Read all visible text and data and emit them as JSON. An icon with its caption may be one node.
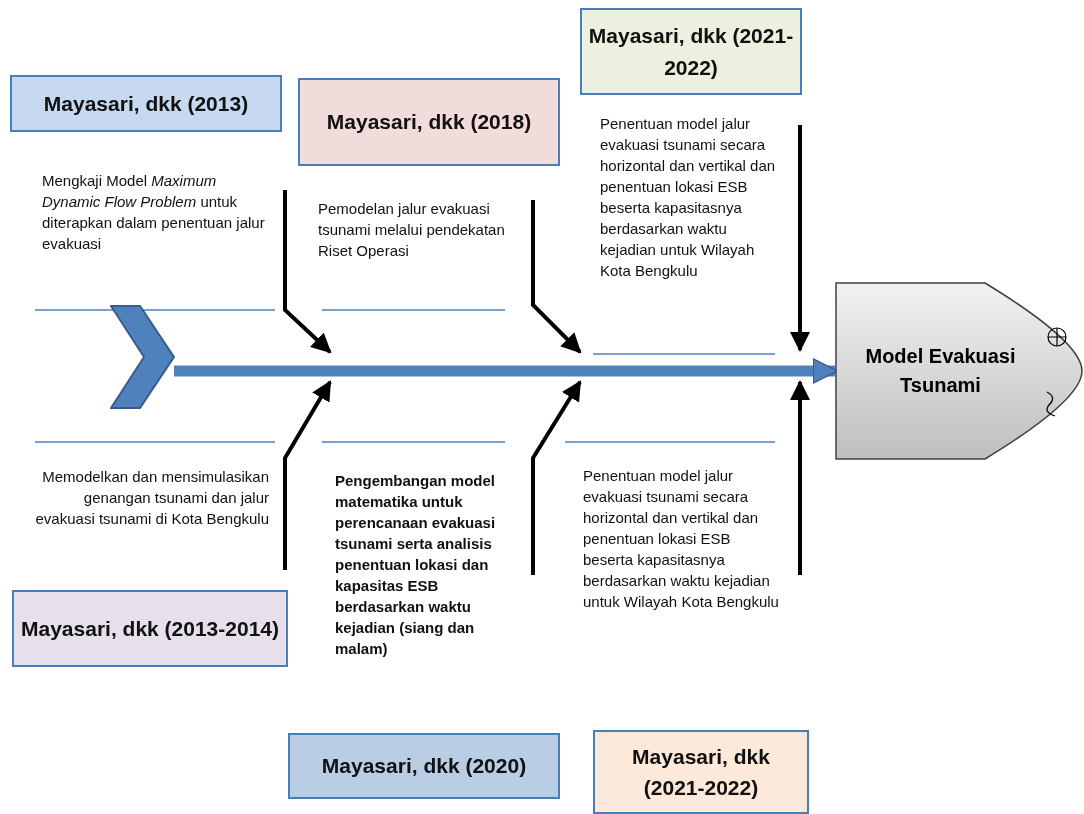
{
  "diagram": {
    "nodes": [
      {
        "text": [
          "Mayasari, dkk (2013)"
        ]
      },
      {
        "text": [
          "Mengkaji Model *Maximum Dynamic Flow Problem* untuk diterapkan dalam penentuan jalur evakuasi"
        ]
      },
      {
        "text": [
          "Mayasari, dkk (2018)"
        ]
      },
      {
        "text": [
          "Pemodelan jalur evakuasi tsunami melalui pendekatan Riset Operasi"
        ]
      },
      {
        "text": [
          "Mayasari, dkk (2021-2022)"
        ]
      },
      {
        "text": [
          "Penentuan model jalur evakuasi tsunami secara horizontal dan vertikal dan penentuan lokasi ESB beserta kapasitasnya berdasarkan waktu kejadian untuk Wilayah Kota Bengkulu"
        ]
      },
      {
        "text": [
          "Memodelkan dan mensimulasikan genangan tsunami dan jalur evakuasi tsunami di Kota Bengkulu"
        ]
      },
      {
        "text": [
          "Mayasari, dkk (2013-2014)"
        ]
      },
      {
        "text": [
          "Pengembangan model matematika untuk perencanaan evakuasi tsunami serta  analisis penentuan lokasi dan kapasitas ESB berdasarkan waktu kejadian (siang dan malam)"
        ]
      },
      {
        "text": [
          "Mayasari, dkk (2020)"
        ]
      },
      {
        "text": [
          "Penentuan model jalur evakuasi tsunami secara horizontal dan vertikal dan penentuan lokasi ESB beserta kapasitasnya berdasarkan waktu kejadian untuk Wilayah Kota Bengkulu"
        ]
      },
      {
        "text": [
          "Mayasari, dkk (2021-2022)"
        ]
      },
      {
        "text": [],
        "shape": "chevron"
      },
      {
        "text": [
          "Model Evakuasi Tsunami"
        ]
      }
    ],
    "edges": [
      {
        "from": 12,
        "to": 13,
        "arrow": "to",
        "style": "thick",
        "color": "#4f81bd"
      },
      {
        "from": 1,
        "to": null,
        "arrow": "to"
      },
      {
        "from": 3,
        "to": null,
        "arrow": "to"
      },
      {
        "from": 5,
        "to": null,
        "arrow": "to"
      },
      {
        "from": 6,
        "to": null,
        "arrow": "to"
      },
      {
        "from": 8,
        "to": null,
        "arrow": "to"
      },
      {
        "from": 10,
        "to": null,
        "arrow": "to"
      }
    ]
  }
}
